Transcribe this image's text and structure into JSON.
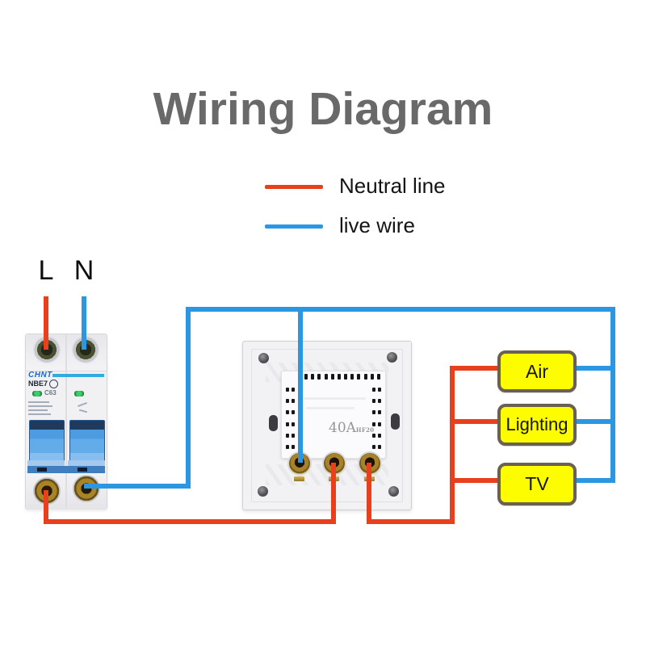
{
  "title": "Wiring Diagram",
  "legend": {
    "items": [
      {
        "label": "Neutral line",
        "color_key": "neutral"
      },
      {
        "label": "live wire",
        "color_key": "live"
      }
    ]
  },
  "supply": {
    "live_label": "L",
    "neutral_label": "N"
  },
  "breaker": {
    "brand": "CHNT",
    "model": "NBE7",
    "rating": "C63"
  },
  "wall_switch": {
    "rating": "40A",
    "rating_code": "HF20"
  },
  "loads": [
    {
      "label": "Air"
    },
    {
      "label": "Lighting"
    },
    {
      "label": "TV"
    }
  ],
  "colors": {
    "neutral": "#e8401c",
    "live": "#2b97e3",
    "load_fill": "#fdfd00",
    "load_border": "#6b6152",
    "title": "#696969",
    "brand": "#2266cc",
    "stripe": "#35aadf"
  }
}
